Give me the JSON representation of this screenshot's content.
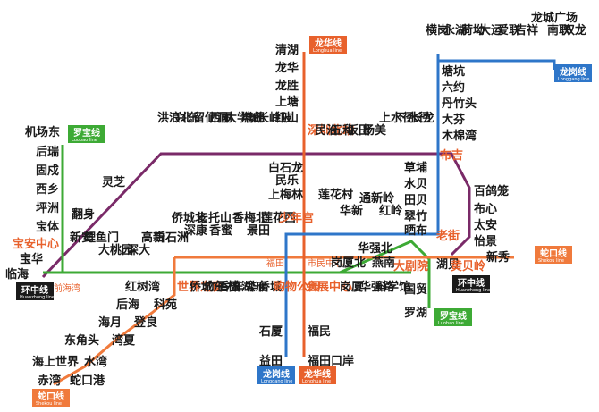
{
  "colors": {
    "luobao": "#3daa35",
    "shekou": "#f07a3c",
    "longhua": "#e8612c",
    "longgang": "#2e76c9",
    "huanzhong": "#7a2a68",
    "dark": "#1a1a1a"
  },
  "badges": {
    "luobao_top": {
      "cn": "罗宝线",
      "en": "Luobao line"
    },
    "luobao_bottom": {
      "cn": "罗宝线",
      "en": "Luobao line"
    },
    "longhua_top": {
      "cn": "龙华线",
      "en": "Longhua line"
    },
    "longhua_bottom": {
      "cn": "龙华线",
      "en": "Longhua line"
    },
    "longgang_top": {
      "cn": "龙岗线",
      "en": "Longgang line"
    },
    "longgang_bottom": {
      "cn": "龙岗线",
      "en": "Longgang line"
    },
    "shekou_left": {
      "cn": "蛇口线",
      "en": "Shekou line"
    },
    "shekou_right": {
      "cn": "蛇口线",
      "en": "Shekou line"
    },
    "huanzhong_left": {
      "cn": "环中线",
      "en": "Huanzhong line"
    },
    "huanzhong_right": {
      "cn": "环中线",
      "en": "Huanzhong line"
    }
  },
  "labels": {
    "jichangdong": "机场东",
    "houri": "后瑞",
    "guxu": "固戍",
    "xixiang": "西乡",
    "pingzhou": "坪洲",
    "baoti": "宝体",
    "baoan_center": "宝安中心",
    "baohua": "宝华",
    "linhai": "临海",
    "qianhaiwan": "前海湾",
    "lingzhi": "灵芝",
    "fanshen": "翻身",
    "xinan": "新安",
    "liyumen": "鲤鱼门",
    "dachong": "大桃园",
    "shenda": "深大",
    "gaoxin": "高新",
    "baishizhou": "白石洲",
    "hongshuwan": "红树湾",
    "houhai": "后海",
    "kejiyuan": "科苑",
    "haiyue": "海月",
    "dengliang": "登良",
    "dongjiaotou": "东角头",
    "wanxia": "湾夏",
    "haishangshijie": "海上世界",
    "shuiwan": "水湾",
    "chiwan": "赤湾",
    "shekougang": "蛇口港",
    "window_world": "世界之窗",
    "qiaochengbei": "侨城北",
    "shenkang": "深康",
    "anhuai": "安托山",
    "xiangmi": "香蜜",
    "xiangmeibei": "香梅北",
    "jingtian": "景田",
    "lianhuaxi": "莲花西",
    "qiaocheng_east": "侨城东",
    "zhuzilin": "竹子林",
    "xiangmihu": "香蜜湖",
    "chegongmiao": "车公庙",
    "huaqiaocheng": "华侨城",
    "shaonian": "少年宫",
    "futian": "福田",
    "shimin": "市民中心",
    "huizhan": "会展中心",
    "gouwu": "购物公园",
    "shixia": "石厦",
    "yitian": "益田",
    "futian_port": "福田口岸",
    "fumin": "福民",
    "gangxia": "岗厦",
    "gangxia_north": "岗厦北",
    "huaqiang_north": "华强北",
    "huaqiang_road": "华强路",
    "kexueguan": "科学馆",
    "yanan": "燕南",
    "darjuyuan": "大剧院",
    "laojie": "老街",
    "guomao": "国贸",
    "luohu": "罗湖",
    "hubei": "湖贝",
    "huangbeiling": "黄贝岭",
    "xinxiu": "新秀",
    "qinghu": "清湖",
    "longhua": "龙华",
    "longsheng": "龙胜",
    "shangtang": "上塘",
    "hongshan": "红山",
    "shenzhen_north": "深圳北站",
    "baishilong": "白石龙",
    "minle": "民乐",
    "shangmeilin": "上梅林",
    "lianhuacun": "莲花村",
    "huaxin": "华新",
    "tongxinling": "通新岭",
    "hongling": "红岭",
    "minzhi": "民治",
    "wuhe": "五和",
    "bantian": "坂田",
    "yangmei": "杨美",
    "shangshui": "上水径",
    "xiashui": "下水径",
    "changlong": "长龙",
    "buji": "布吉",
    "liuxiandong": "留仙洞",
    "xili": "西丽",
    "daxuecheng": "大学城",
    "tanglang": "塘朗",
    "changling": "长岭陂",
    "xingdong": "兴东",
    "hongqiao": "洪浪北",
    "caopu": "草埔",
    "shuibei": "水贝",
    "tianbei": "田贝",
    "cuizhu": "翠竹",
    "shaibu": "晒布",
    "baigelong": "百鸽笼",
    "buxin": "布心",
    "taian": "太安",
    "yiyuan": "怡景",
    "hengang": "横岗",
    "yonghu": "永湖",
    "heao": "荷坳",
    "dayun": "大运",
    "ailian": "爱联",
    "jixiang": "吉祥",
    "longcheng": "龙城广场",
    "nanlian": "南联",
    "shuanglong": "双龙",
    "tangkeng": "塘坑",
    "liuyue": "六约",
    "danzhutou": "丹竹头",
    "dafen": "大芬",
    "mumianwan": "木棉湾"
  },
  "legend": {
    "luobao": "罗宝线",
    "shekou": "蛇口线",
    "longhua": "龙华线",
    "longgang": "龙岗线",
    "huanzhong": "环中线"
  }
}
